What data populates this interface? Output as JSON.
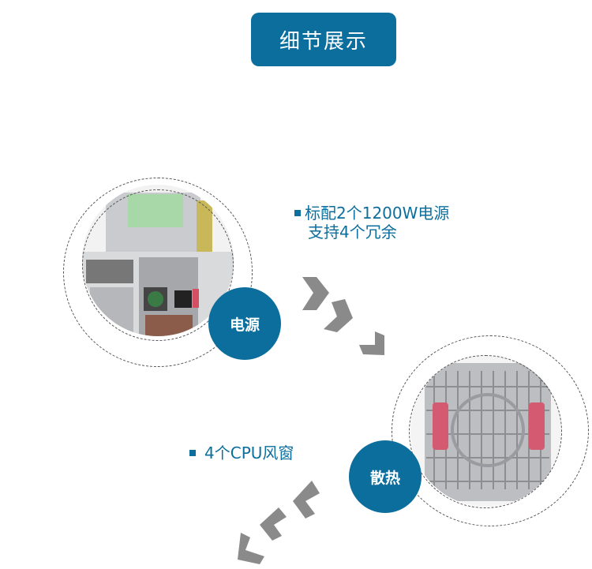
{
  "title": "细节展示",
  "power": {
    "badge": "电源",
    "lines": [
      "标配2个1200W电源",
      "支持4个冗余"
    ]
  },
  "cooling": {
    "badge": "散热",
    "lines": [
      "4个CPU风窗"
    ]
  },
  "colors": {
    "accent": "#0c6e9c",
    "chevron": "#8a8a8a"
  }
}
